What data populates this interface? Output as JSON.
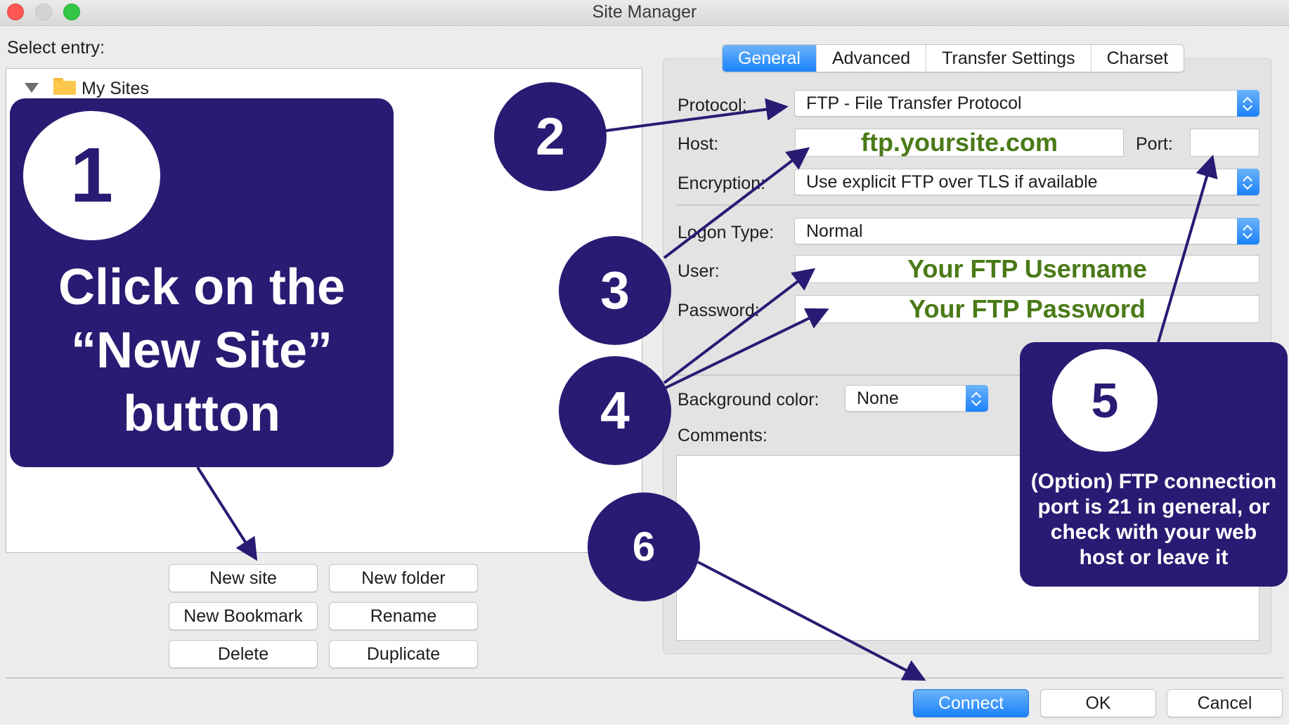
{
  "window": {
    "title": "Site Manager"
  },
  "left": {
    "select_entry_label": "Select entry:",
    "tree_root": "My Sites",
    "buttons": {
      "new_site": "New site",
      "new_folder": "New folder",
      "new_bookmark": "New Bookmark",
      "rename": "Rename",
      "delete": "Delete",
      "duplicate": "Duplicate"
    }
  },
  "tabs": [
    {
      "label": "General",
      "active": true
    },
    {
      "label": "Advanced"
    },
    {
      "label": "Transfer Settings"
    },
    {
      "label": "Charset"
    }
  ],
  "general": {
    "protocol_label": "Protocol:",
    "protocol_value": "FTP - File Transfer Protocol",
    "host_label": "Host:",
    "host_value": "ftp.yoursite.com",
    "port_label": "Port:",
    "port_value": "",
    "encryption_label": "Encryption:",
    "encryption_value": "Use explicit FTP over TLS if available",
    "logon_label": "Logon Type:",
    "logon_value": "Normal",
    "user_label": "User:",
    "user_value": "Your FTP Username",
    "password_label": "Password:",
    "password_value": "Your FTP Password",
    "bgcolor_label": "Background color:",
    "bgcolor_value": "None",
    "comments_label": "Comments:"
  },
  "footer": {
    "connect": "Connect",
    "ok": "OK",
    "cancel": "Cancel"
  },
  "annotations": {
    "n1": "1",
    "n2": "2",
    "n3": "3",
    "n4": "4",
    "n5": "5",
    "n6": "6",
    "step1_text": "Click on the\n“New Site”\nbutton",
    "step5_text": "(Option) FTP connection\nport is 21 in general, or\ncheck with your web\nhost or leave it"
  },
  "colors": {
    "annotation": "#291b73",
    "accent": "#1a82fb",
    "field_text": "#4a7a17"
  }
}
